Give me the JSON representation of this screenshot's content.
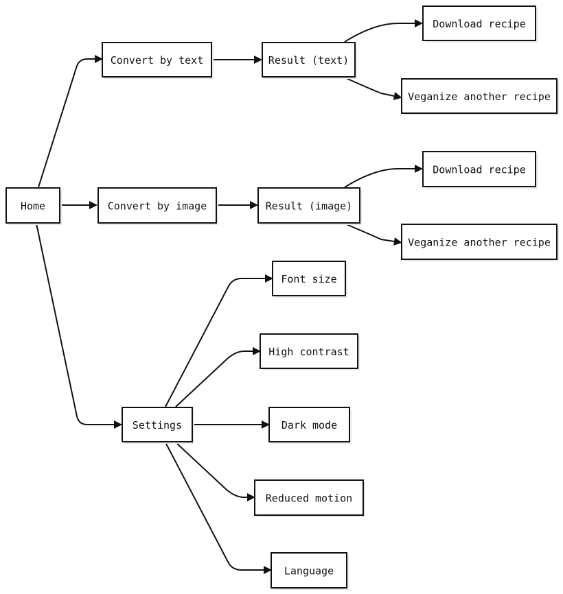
{
  "diagram": {
    "type": "flowchart",
    "direction": "left-to-right",
    "colors": {
      "background": "#ffffff",
      "node_fill": "#ffffff",
      "node_stroke": "#111111",
      "edge": "#111111",
      "text": "#111111"
    },
    "nodes": [
      {
        "id": "home",
        "label": "Home"
      },
      {
        "id": "convert_text",
        "label": "Convert by text"
      },
      {
        "id": "result_text",
        "label": "Result (text)"
      },
      {
        "id": "download_1",
        "label": "Download recipe"
      },
      {
        "id": "veganize_1",
        "label": "Veganize another recipe"
      },
      {
        "id": "convert_image",
        "label": "Convert by image"
      },
      {
        "id": "result_image",
        "label": "Result (image)"
      },
      {
        "id": "download_2",
        "label": "Download recipe"
      },
      {
        "id": "veganize_2",
        "label": "Veganize another recipe"
      },
      {
        "id": "settings",
        "label": "Settings"
      },
      {
        "id": "font_size",
        "label": "Font size"
      },
      {
        "id": "high_contrast",
        "label": "High contrast"
      },
      {
        "id": "dark_mode",
        "label": "Dark mode"
      },
      {
        "id": "reduced_motion",
        "label": "Reduced motion"
      },
      {
        "id": "language",
        "label": "Language"
      }
    ],
    "edges": [
      {
        "from": "home",
        "to": "convert_text"
      },
      {
        "from": "home",
        "to": "convert_image"
      },
      {
        "from": "home",
        "to": "settings"
      },
      {
        "from": "convert_text",
        "to": "result_text"
      },
      {
        "from": "result_text",
        "to": "download_1"
      },
      {
        "from": "result_text",
        "to": "veganize_1"
      },
      {
        "from": "convert_image",
        "to": "result_image"
      },
      {
        "from": "result_image",
        "to": "download_2"
      },
      {
        "from": "result_image",
        "to": "veganize_2"
      },
      {
        "from": "settings",
        "to": "font_size"
      },
      {
        "from": "settings",
        "to": "high_contrast"
      },
      {
        "from": "settings",
        "to": "dark_mode"
      },
      {
        "from": "settings",
        "to": "reduced_motion"
      },
      {
        "from": "settings",
        "to": "language"
      }
    ]
  }
}
